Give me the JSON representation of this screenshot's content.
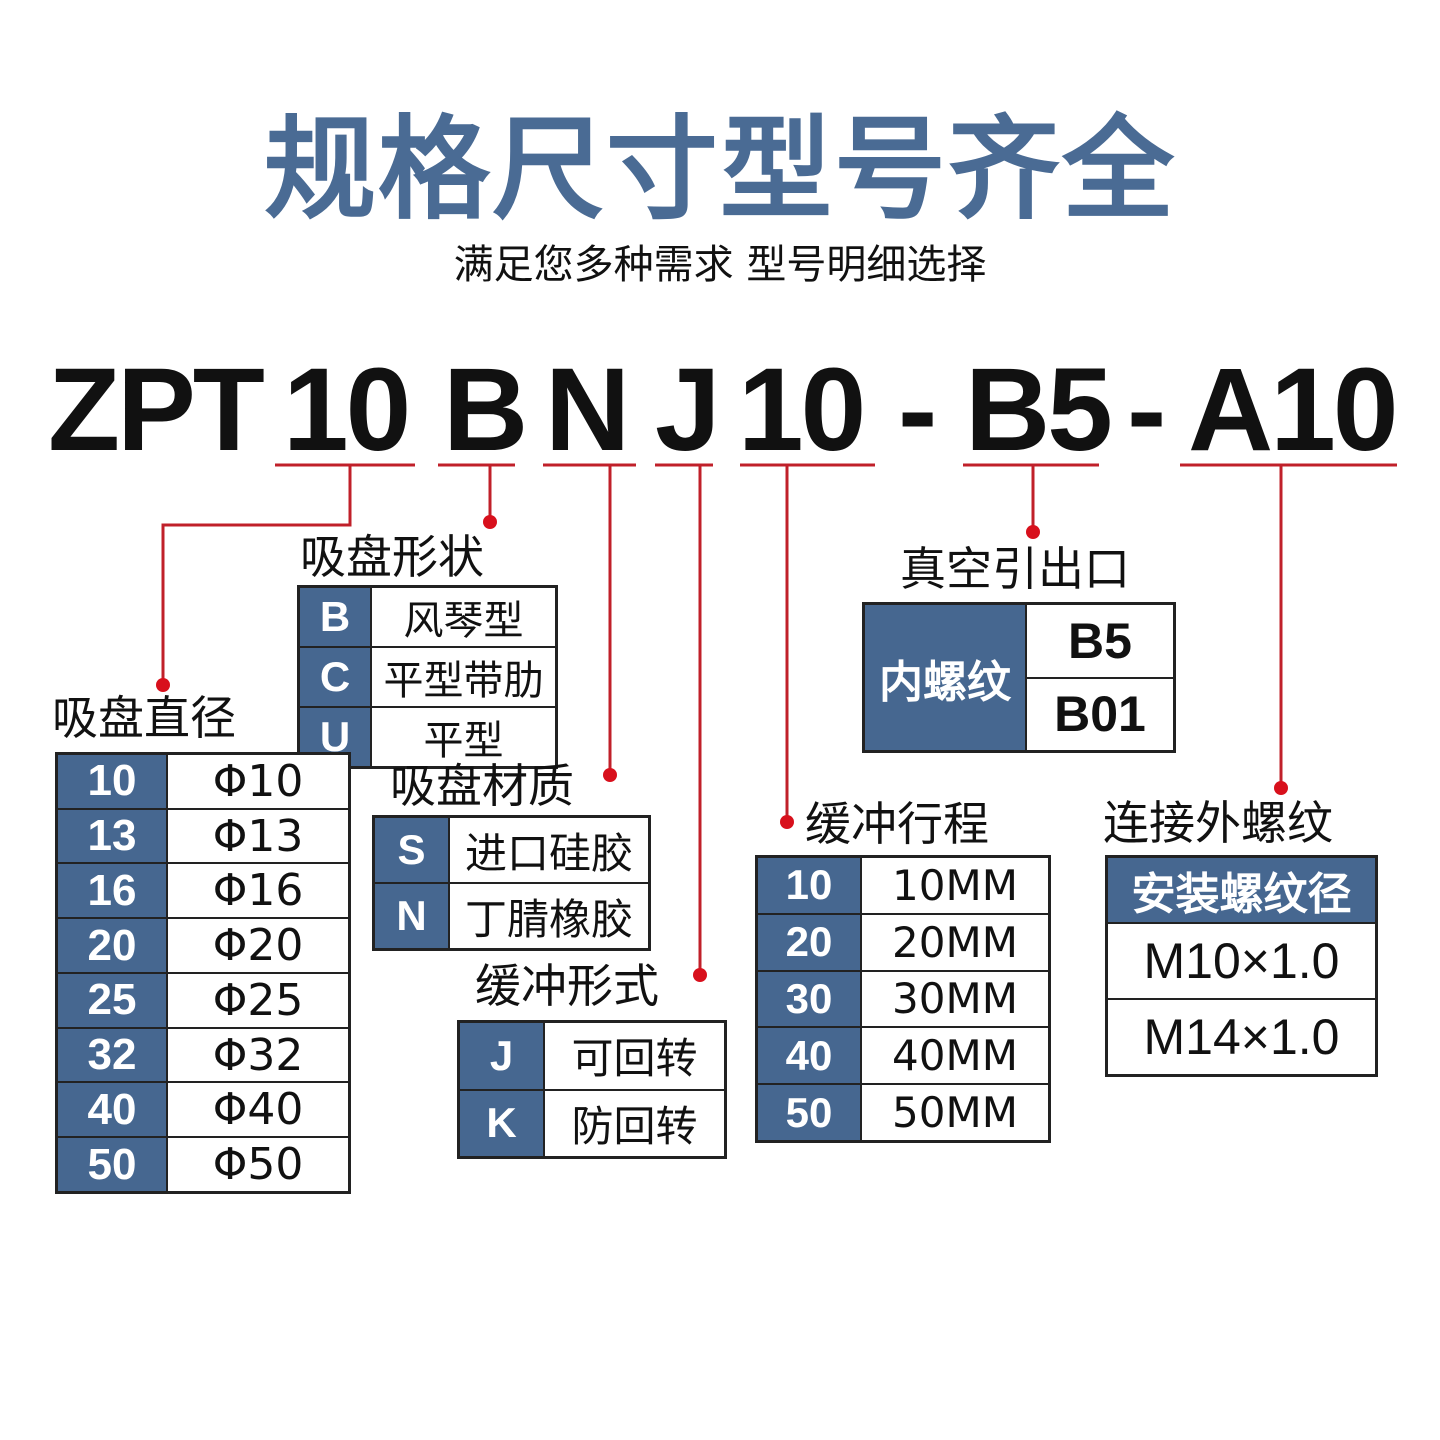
{
  "header": {
    "title": "规格尺寸型号齐全",
    "subtitle": "满足您多种需求 型号明细选择"
  },
  "model_code": [
    "ZPT",
    "10",
    "B",
    "N",
    "J",
    "10",
    "-",
    "B5",
    "-",
    "A10"
  ],
  "colors": {
    "accent_blue": "#466790",
    "title_blue": "#4a6b94",
    "leader_red": "#c0202a"
  },
  "sections": {
    "shape": {
      "label": "吸盘形状",
      "rows": [
        [
          "B",
          "风琴型"
        ],
        [
          "C",
          "平型带肋"
        ],
        [
          "U",
          "平型"
        ]
      ]
    },
    "diameter": {
      "label": "吸盘直径",
      "rows": [
        [
          "10",
          "Φ10"
        ],
        [
          "13",
          "Φ13"
        ],
        [
          "16",
          "Φ16"
        ],
        [
          "20",
          "Φ20"
        ],
        [
          "25",
          "Φ25"
        ],
        [
          "32",
          "Φ32"
        ],
        [
          "40",
          "Φ40"
        ],
        [
          "50",
          "Φ50"
        ]
      ]
    },
    "material": {
      "label": "吸盘材质",
      "rows": [
        [
          "S",
          "进口硅胶"
        ],
        [
          "N",
          "丁腈橡胶"
        ]
      ]
    },
    "buffer_type": {
      "label": "缓冲形式",
      "rows": [
        [
          "J",
          "可回转"
        ],
        [
          "K",
          "防回转"
        ]
      ]
    },
    "buffer_stroke": {
      "label": "缓冲行程",
      "rows": [
        [
          "10",
          "10MM"
        ],
        [
          "20",
          "20MM"
        ],
        [
          "30",
          "30MM"
        ],
        [
          "40",
          "40MM"
        ],
        [
          "50",
          "50MM"
        ]
      ]
    },
    "vacuum_port": {
      "label": "真空引出口",
      "type": "内螺纹",
      "options": [
        "B5",
        "B01"
      ]
    },
    "thread": {
      "label": "连接外螺纹",
      "header": "安装螺纹径",
      "options": [
        "M10×1.0",
        "M14×1.0"
      ]
    }
  }
}
